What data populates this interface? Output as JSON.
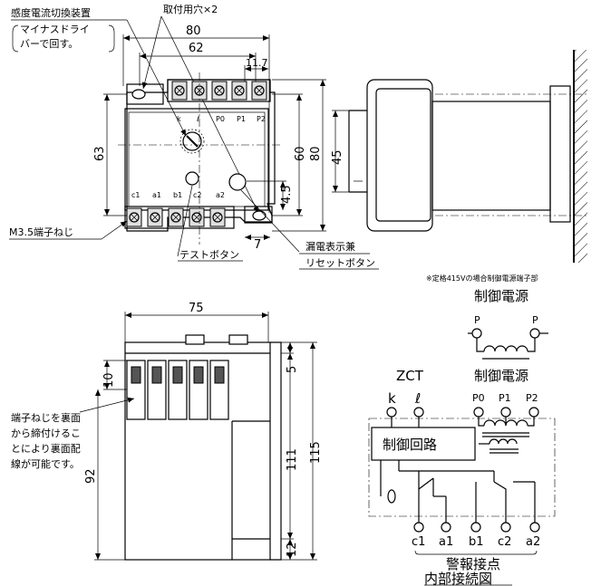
{
  "front_view": {
    "sens_switch_label": "感度電流切換装置",
    "sens_note_line1": "マイナスドライ",
    "sens_note_line2": "バーで回す。",
    "mount_hole_label": "取付用穴×2",
    "dim_width_outer": "80",
    "dim_width_inner": "62",
    "dim_pitch": "11.7",
    "dim_height_left": "63",
    "dim_height_mid": "60",
    "dim_height_right": "80",
    "dim_button_offset": "4.5",
    "dim_bottom": "7",
    "terminal_screw_label": "M3.5端子ねじ",
    "leak_indicator_label": "漏電表示兼",
    "reset_button_label": "リセットボタン",
    "test_button_label": "テストボタン",
    "terminals_top": [
      "k",
      "ℓ",
      "P0",
      "P1",
      "P2"
    ],
    "terminals_bottom": [
      "c1",
      "a1",
      "b1",
      "c2",
      "a2"
    ]
  },
  "side_view": {
    "dim_depth": "45"
  },
  "bottom_view": {
    "dim_width": "75",
    "dim_top_gap": "5",
    "dim_terminal": "10",
    "dim_left_height": "92",
    "dim_body_height": "111",
    "dim_total_height": "115",
    "dim_bottom_gap": "12",
    "rear_note_lines": [
      "端子ねじを裏面",
      "から締付けるこ",
      "とにより裏面配",
      "線が可能です。"
    ]
  },
  "schematic": {
    "note": "※定格415Vの場合制御電源端子部",
    "control_power_label": "制御電源",
    "zct_label": "ZCT",
    "zct_terminals": [
      "k",
      "ℓ"
    ],
    "power_terminals": [
      "P",
      "P"
    ],
    "power_terminals_main": [
      "P0",
      "P1",
      "P2"
    ],
    "control_circuit_label": "制御回路",
    "alarm_terminals": [
      "c1",
      "a1",
      "b1",
      "c2",
      "a2"
    ],
    "alarm_contact_label": "警報接点",
    "title": "内部接続図"
  }
}
